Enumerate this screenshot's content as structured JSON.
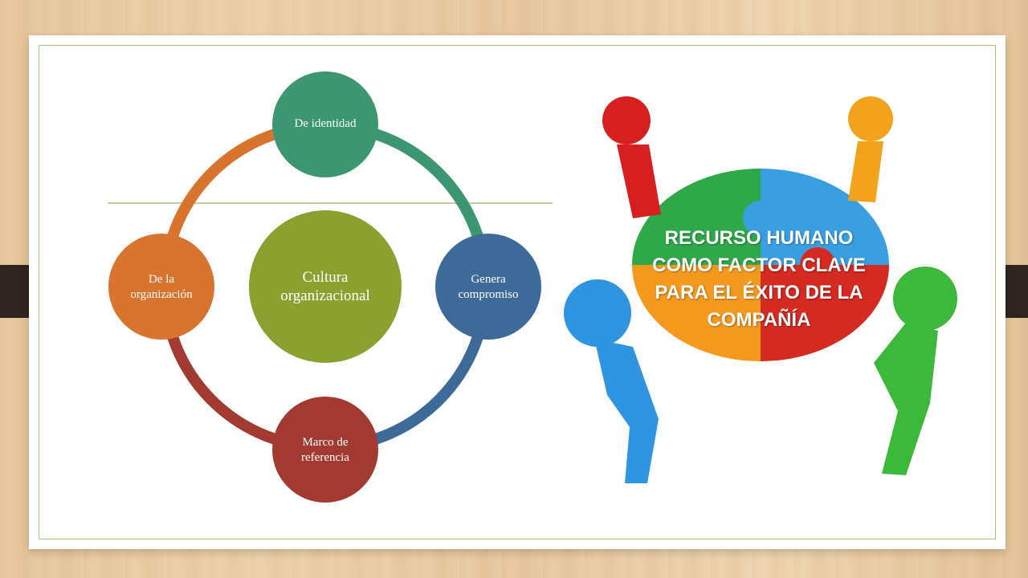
{
  "diagram": {
    "center": {
      "line1": "Cultura",
      "line2": "organizacional",
      "color": "#8aa12f"
    },
    "nodes": [
      {
        "id": "top",
        "lines": [
          "De identidad"
        ],
        "color": "#3d9672"
      },
      {
        "id": "right",
        "lines": [
          "Genera",
          "compromiso"
        ],
        "color": "#3e6a9a"
      },
      {
        "id": "bottom",
        "lines": [
          "Marco de",
          "referencia"
        ],
        "color": "#a33a32"
      },
      {
        "id": "left",
        "lines": [
          "De la",
          "organización"
        ],
        "color": "#d9742f"
      }
    ],
    "arc_colors": {
      "top_right": "#3d9672",
      "right_bottom": "#3e6a9a",
      "bottom_left": "#a33a32",
      "left_top": "#d9742f"
    }
  },
  "image": {
    "title_lines": [
      "RECURSO HUMANO",
      "COMO FACTOR CLAVE",
      "PARA EL ÉXITO DE LA",
      "COMPAÑÍA"
    ],
    "puzzle_colors": [
      "#3a9fe0",
      "#2fa84a",
      "#f39a1e",
      "#d42a22"
    ],
    "figure_colors": [
      "#d71f1f",
      "#f3a31b",
      "#2f95e0",
      "#3cb83a"
    ]
  },
  "colors": {
    "frame_border": "#a9c07a",
    "divider": "#a9c07a",
    "tab": "#2f2520"
  }
}
